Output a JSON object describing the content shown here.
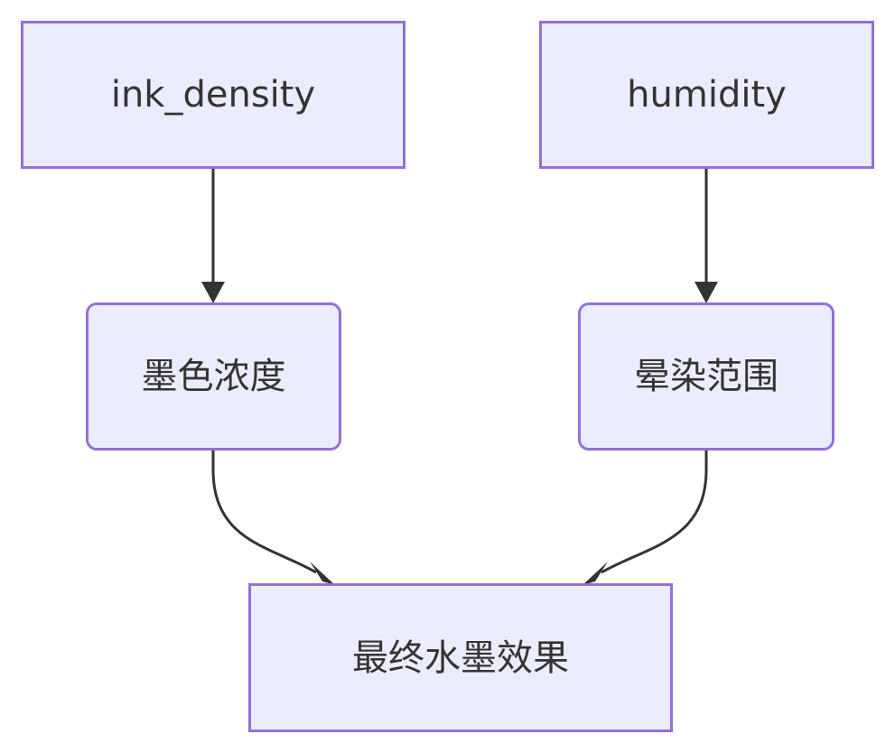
{
  "colors": {
    "node_fill": "#ececff",
    "node_stroke": "#9370db",
    "edge": "#333333",
    "text": "#333333"
  },
  "nodes": {
    "ink_density": {
      "label": "ink_density",
      "shape": "rect"
    },
    "humidity": {
      "label": "humidity",
      "shape": "rect"
    },
    "ink_color": {
      "label": "墨色浓度",
      "shape": "rounded"
    },
    "bleed_range": {
      "label": "晕染范围",
      "shape": "rounded"
    },
    "final_effect": {
      "label": "最终水墨效果",
      "shape": "rect"
    }
  },
  "edges": [
    {
      "from": "ink_density",
      "to": "ink_color"
    },
    {
      "from": "humidity",
      "to": "bleed_range"
    },
    {
      "from": "ink_color",
      "to": "final_effect"
    },
    {
      "from": "bleed_range",
      "to": "final_effect"
    }
  ]
}
